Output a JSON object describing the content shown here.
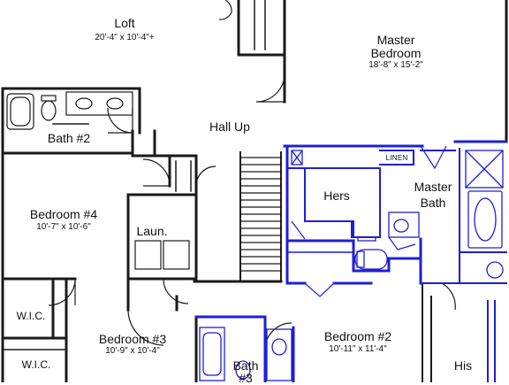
{
  "rooms": {
    "loft": {
      "name": "Loft",
      "dims": "20'-4\" x 10'-4\"+"
    },
    "master_bedroom": {
      "name_line1": "Master",
      "name_line2": "Bedroom",
      "dims": "18'-8\" x 15'-2\""
    },
    "hall": {
      "name": "Hall Up"
    },
    "bath2": {
      "name": "Bath #2"
    },
    "bedroom4": {
      "name": "Bedroom #4",
      "dims": "10'-7\" x 10'-6\""
    },
    "laundry": {
      "name": "Laun."
    },
    "hers": {
      "name": "Hers"
    },
    "linen": {
      "name": "LINEN"
    },
    "master_bath": {
      "name_line1": "Master",
      "name_line2": "Bath"
    },
    "wic1": {
      "name": "W.I.C."
    },
    "wic2": {
      "name": "W.I.C."
    },
    "bedroom3": {
      "name": "Bedroom #3",
      "dims": "10'-9\" x 10'-4\""
    },
    "bath3": {
      "name_line1": "Bath",
      "name_line2": "#3"
    },
    "bedroom2": {
      "name": "Bedroom #2",
      "dims": "10'-11\" x 11'-4\""
    },
    "his": {
      "name": "His"
    }
  },
  "colors": {
    "wall": "#1a1a1a",
    "highlight": "#1f1fd6"
  }
}
